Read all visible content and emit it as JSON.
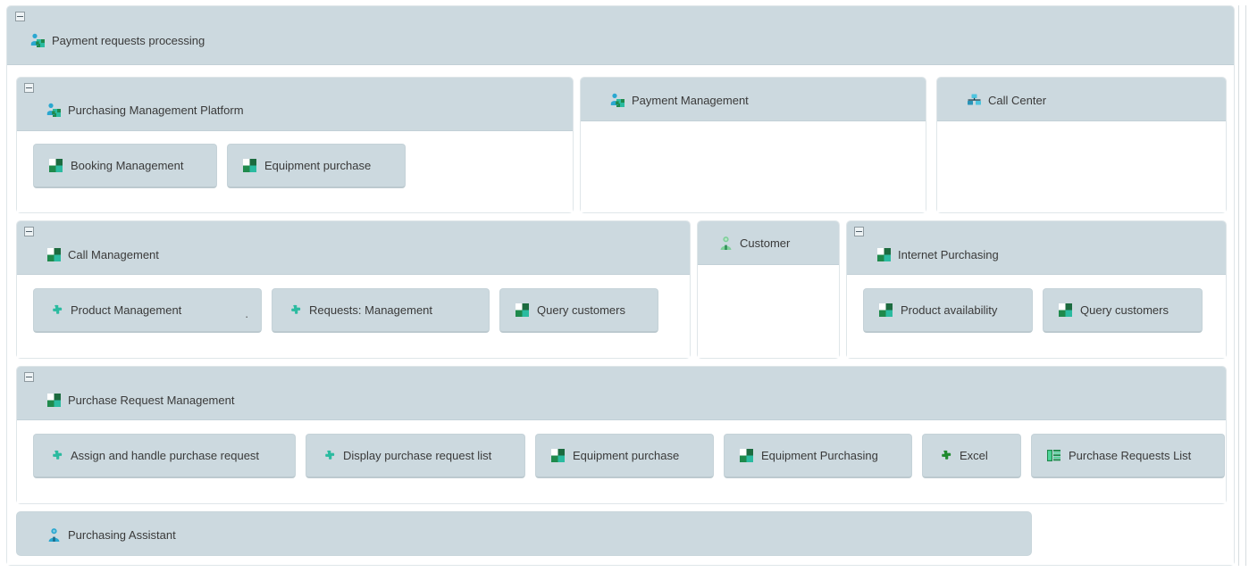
{
  "root": {
    "header": {
      "title": "Payment requests processing",
      "icon": "person-puzzle-icon",
      "collapse_label": "-"
    }
  },
  "colors": {
    "panel_header_bg": "#ccd9df",
    "panel_body_bg": "#ffffff",
    "button_bg": "#ccd9df",
    "panel_border": "#dfe6e9",
    "text": "#3a3a3a",
    "icon_green": "#1f9d55",
    "icon_teal": "#2bbba0",
    "icon_blue": "#2aa7d0",
    "icon_dark_green": "#166534"
  },
  "panels": {
    "purchasing_management_platform": {
      "title": "Purchasing Management Platform",
      "icon": "person-puzzle-icon",
      "collapsible": true,
      "buttons": [
        {
          "label": "Booking Management",
          "icon": "puzzle-square-icon"
        },
        {
          "label": "Equipment purchase",
          "icon": "puzzle-square-icon"
        }
      ]
    },
    "payment_management": {
      "title": "Payment Management",
      "icon": "person-puzzle-icon",
      "collapsible": false,
      "buttons": []
    },
    "call_center": {
      "title": "Call Center",
      "icon": "org-chart-icon",
      "collapsible": false,
      "buttons": []
    },
    "call_management": {
      "title": "Call Management",
      "icon": "puzzle-square-icon",
      "collapsible": true,
      "buttons": [
        {
          "label": "Product Management",
          "icon": "puzzle-piece-icon",
          "trailing_dot": "."
        },
        {
          "label": "Requests: Management",
          "icon": "puzzle-piece-icon"
        },
        {
          "label": "Query customers",
          "icon": "puzzle-square-icon"
        }
      ]
    },
    "customer": {
      "title": "Customer",
      "icon": "person-green-icon",
      "collapsible": false,
      "buttons": []
    },
    "internet_purchasing": {
      "title": "Internet Purchasing",
      "icon": "puzzle-square-icon",
      "collapsible": true,
      "buttons": [
        {
          "label": "Product availability",
          "icon": "puzzle-square-icon"
        },
        {
          "label": "Query customers",
          "icon": "puzzle-square-icon"
        }
      ]
    },
    "purchase_request_management": {
      "title": "Purchase Request Management",
      "icon": "puzzle-square-icon",
      "collapsible": true,
      "buttons": [
        {
          "label": "Assign and handle purchase request",
          "icon": "puzzle-piece-icon"
        },
        {
          "label": "Display purchase request list",
          "icon": "puzzle-piece-icon"
        },
        {
          "label": "Equipment purchase",
          "icon": "puzzle-square-icon"
        },
        {
          "label": "Equipment Purchasing",
          "icon": "puzzle-square-icon"
        },
        {
          "label": "Excel",
          "icon": "puzzle-piece-icon"
        },
        {
          "label": "Purchase Requests List",
          "icon": "list-grid-icon"
        }
      ]
    },
    "purchasing_assistant": {
      "title": "Purchasing Assistant",
      "icon": "person-blue-icon",
      "collapsible": false,
      "buttons": []
    }
  }
}
